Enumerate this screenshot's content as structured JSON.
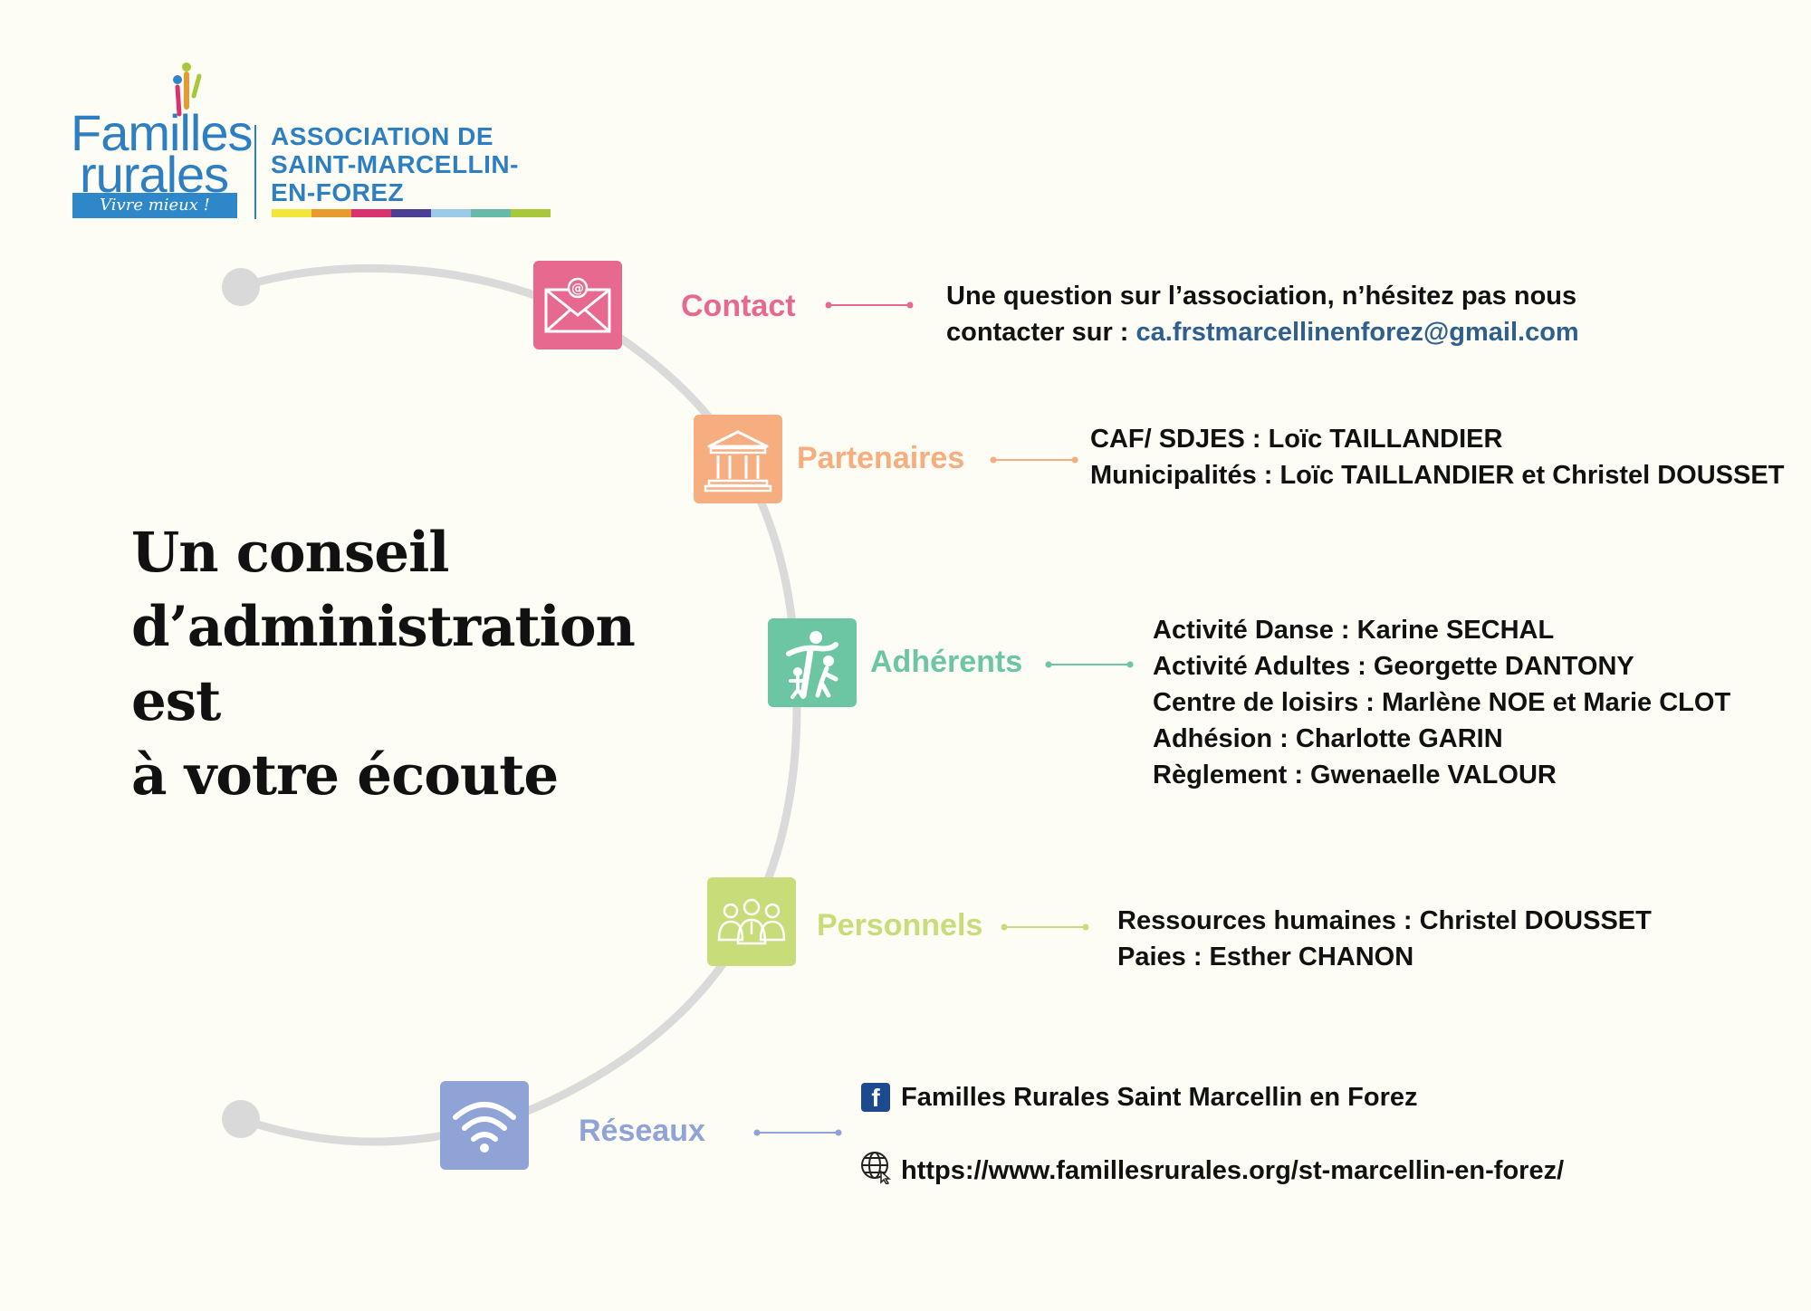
{
  "logo": {
    "word1": "Familles",
    "word2": "rurales",
    "tagline": "Vivre mieux !",
    "association_lines": [
      "ASSOCIATION DE",
      "SAINT-MARCELLIN-",
      "EN-FOREZ"
    ],
    "stripe_colors": [
      "#f2e63b",
      "#e89a2d",
      "#d9336f",
      "#4b3f95",
      "#9ccbe8",
      "#67b9a8",
      "#a8c83c"
    ]
  },
  "title": {
    "line1": "Un conseil",
    "line2": "d’administration est",
    "line3": "à votre écoute"
  },
  "sections": {
    "contact": {
      "label": "Contact",
      "color": "#e8698f",
      "icon": "envelope-icon",
      "line1": "Une question sur l’association, n’hésitez pas nous",
      "line2_prefix": "contacter sur : ",
      "email": "ca.frstmarcellinenforez@gmail.com"
    },
    "partenaires": {
      "label": "Partenaires",
      "color": "#f6ad80",
      "icon": "building-icon",
      "lines": [
        "CAF/ SDJES : Loïc TAILLANDIER",
        "Municipalités : Loïc TAILLANDIER et Christel DOUSSET"
      ]
    },
    "adherents": {
      "label": "Adhérents",
      "color": "#6cc6a3",
      "icon": "family-icon",
      "lines": [
        "Activité Danse : Karine SECHAL",
        "Activité Adultes : Georgette DANTONY",
        "Centre de loisirs : Marlène NOE et Marie CLOT",
        "Adhésion : Charlotte GARIN",
        "Règlement : Gwenaelle VALOUR"
      ]
    },
    "personnels": {
      "label": "Personnels",
      "color": "#c9dc7a",
      "icon": "team-icon",
      "lines": [
        "Ressources humaines : Christel DOUSSET",
        "Paies : Esther CHANON"
      ]
    },
    "reseaux": {
      "label": "Réseaux",
      "color": "#8fa3d6",
      "icon": "wifi-icon",
      "facebook": "Familles Rurales Saint Marcellin en Forez",
      "website": "https://www.famillesrurales.org/st-marcellin-en-forez/"
    }
  }
}
